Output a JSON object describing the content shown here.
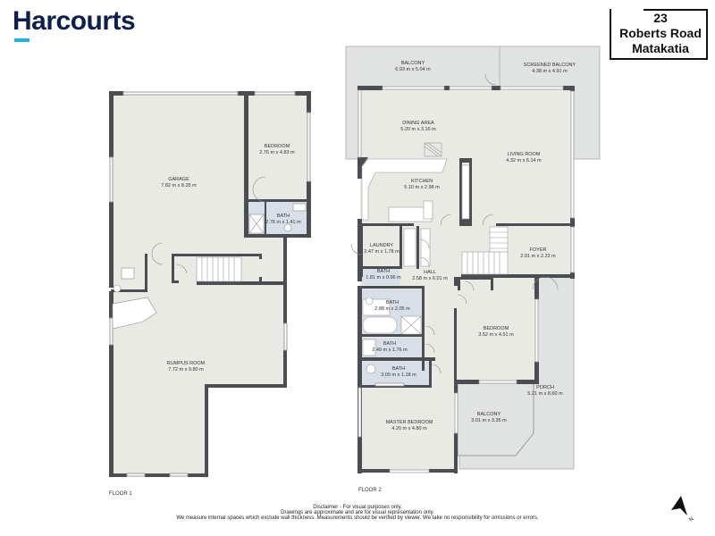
{
  "brand": {
    "name": "Harcourts",
    "color": "#0e1f4d",
    "accent": "#1fb5e8"
  },
  "address": {
    "number": "23",
    "street": "Roberts Road",
    "suburb": "Matakatia"
  },
  "floors": [
    {
      "label": "FLOOR 1",
      "rooms": [
        {
          "name": "GARAGE",
          "dims": "7.82 m x 8.35 m"
        },
        {
          "name": "BEDROOM",
          "dims": "2.76 m x 4.83 m"
        },
        {
          "name": "BATH",
          "dims": "2.76 m x 1.41 m"
        },
        {
          "name": "RUMPUS ROOM",
          "dims": "7.72 m x 9.80 m"
        }
      ]
    },
    {
      "label": "FLOOR 2",
      "rooms": [
        {
          "name": "BALCONY",
          "dims": "6.93 m x 5.04 m"
        },
        {
          "name": "SCREENED BALCONY",
          "dims": "4.38 m x 4.91 m"
        },
        {
          "name": "DINING AREA",
          "dims": "5.20 m x 3.16 m"
        },
        {
          "name": "LIVING ROOM",
          "dims": "4.32 m x 6.14 m"
        },
        {
          "name": "KITCHEN",
          "dims": "5.10 m x 2.98 m"
        },
        {
          "name": "LAUNDRY",
          "dims": "2.47 m x 1.78 m"
        },
        {
          "name": "FOYER",
          "dims": "2.91 m x 2.23 m"
        },
        {
          "name": "BATH",
          "dims": "1.81 m x 0.96 m"
        },
        {
          "name": "HALL",
          "dims": "2.58 m x 6.01 m"
        },
        {
          "name": "BATH",
          "dims": "2.88 m x 2.05 m"
        },
        {
          "name": "BEDROOM",
          "dims": "3.52 m x 4.51 m"
        },
        {
          "name": "BATH",
          "dims": "2.49 m x 1.76 m"
        },
        {
          "name": "BATH",
          "dims": "3.09 m x 1.18 m"
        },
        {
          "name": "PORCH",
          "dims": "5.21 m x 8.60 m"
        },
        {
          "name": "MASTER BEDROOM",
          "dims": "4.20 m x 4.80 m"
        },
        {
          "name": "BALCONY",
          "dims": "3.01 m x 3.35 m"
        }
      ]
    }
  ],
  "disclaimer": {
    "line1": "Disclaimer - For visual purposes only.",
    "line2": "Drawings are approximate and are for visual representation only.",
    "line3": "We measure internal spaces which exclude wall thickness. Measurements should be verified by viewer. We take no responsibility for omissions or errors."
  },
  "compass": {
    "label": "N",
    "icon": "north-arrow-icon"
  },
  "colors": {
    "wall": "#4a4d52",
    "floor": "#e9eae4",
    "outdoor": "#e1e2e2",
    "wet": "#d9dfe8"
  }
}
